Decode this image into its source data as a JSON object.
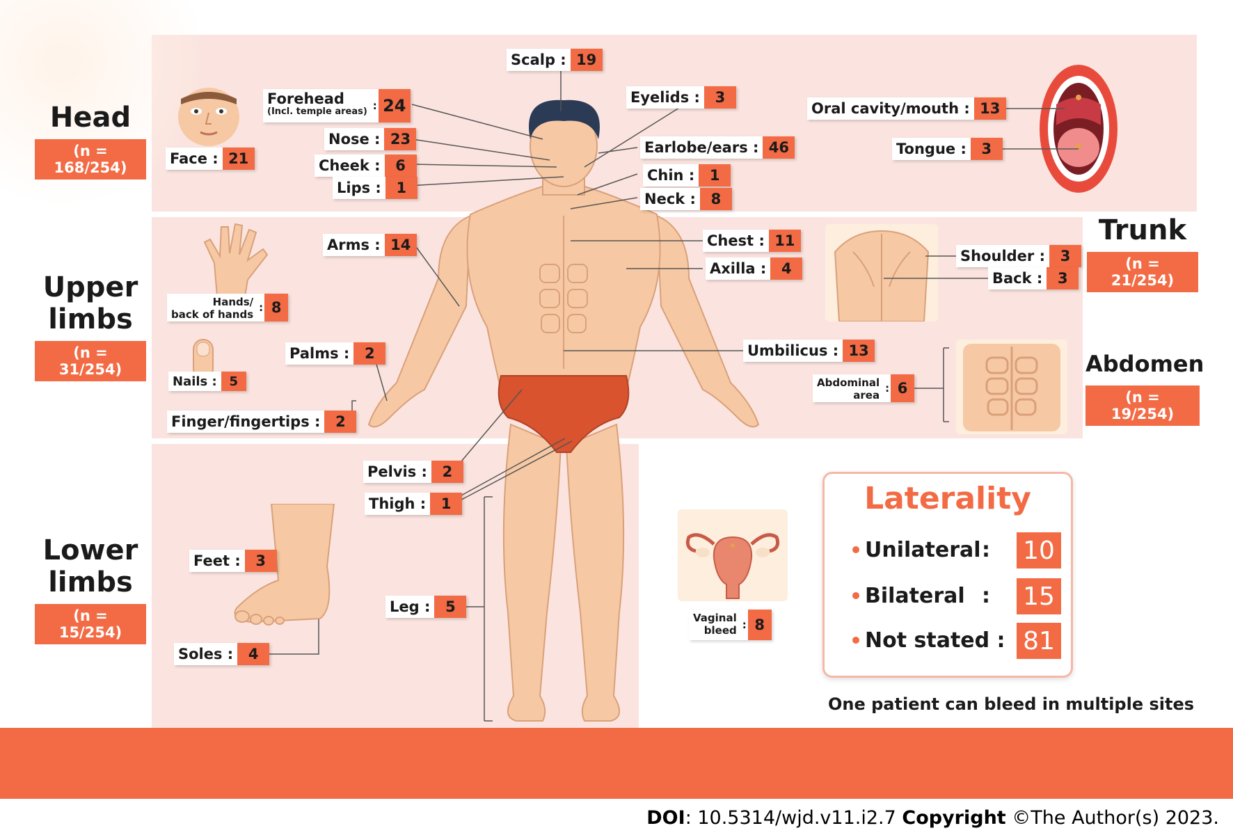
{
  "regions": {
    "head": {
      "name": "Head",
      "count": "(n = 168/254)"
    },
    "upper_limbs": {
      "name_line1": "Upper",
      "name_line2": "limbs",
      "count": "(n = 31/254)"
    },
    "lower_limbs": {
      "name_line1": "Lower",
      "name_line2": "limbs",
      "count": "(n = 15/254)"
    },
    "trunk": {
      "name": "Trunk",
      "count": "(n = 21/254)"
    },
    "abdomen": {
      "name": "Abdomen",
      "count": "(n = 19/254)"
    }
  },
  "sites": {
    "scalp": {
      "label": "Scalp :",
      "value": "19"
    },
    "forehead": {
      "label": "Forehead",
      "sub": "(Incl. temple areas)",
      "colon": ":",
      "value": "24"
    },
    "face": {
      "label": "Face :",
      "value": "21"
    },
    "nose": {
      "label": "Nose :",
      "value": "23"
    },
    "cheek": {
      "label": "Cheek :",
      "value": "6"
    },
    "lips": {
      "label": "Lips :",
      "value": "1"
    },
    "eyelids": {
      "label": "Eyelids :",
      "value": "3"
    },
    "earlobe": {
      "label": "Earlobe/ears :",
      "value": "46"
    },
    "chin": {
      "label": "Chin :",
      "value": "1"
    },
    "neck": {
      "label": "Neck :",
      "value": "8"
    },
    "oral": {
      "label": "Oral cavity/mouth :",
      "value": "13"
    },
    "tongue": {
      "label": "Tongue :",
      "value": "3"
    },
    "arms": {
      "label": "Arms :",
      "value": "14"
    },
    "hands": {
      "label_line1": "Hands/",
      "label_line2": "back of hands",
      "colon": ":",
      "value": "8"
    },
    "palms": {
      "label": "Palms :",
      "value": "2"
    },
    "nails": {
      "label": "Nails :",
      "value": "5"
    },
    "fingers": {
      "label": "Finger/fingertips :",
      "value": "2"
    },
    "chest": {
      "label": "Chest :",
      "value": "11"
    },
    "axilla": {
      "label": "Axilla :",
      "value": "4"
    },
    "shoulder": {
      "label": "Shoulder :",
      "value": "3"
    },
    "back": {
      "label": "Back :",
      "value": "3"
    },
    "umbilicus": {
      "label": "Umbilicus :",
      "value": "13"
    },
    "abdominal": {
      "label_line1": "Abdominal",
      "label_line2": "area",
      "colon": ":",
      "value": "6"
    },
    "pelvis": {
      "label": "Pelvis :",
      "value": "2"
    },
    "thigh": {
      "label": "Thigh :",
      "value": "1"
    },
    "leg": {
      "label": "Leg :",
      "value": "5"
    },
    "feet": {
      "label": "Feet :",
      "value": "3"
    },
    "soles": {
      "label": "Soles :",
      "value": "4"
    },
    "vaginal": {
      "label_line1": "Vaginal",
      "label_line2": "bleed",
      "colon": ":",
      "value": "8"
    }
  },
  "laterality": {
    "title": "Laterality",
    "rows": [
      {
        "label": "Unilateral",
        "colon": ":",
        "value": "10"
      },
      {
        "label": "Bilateral",
        "colon": ":",
        "value": "15"
      },
      {
        "label": "Not stated :",
        "colon": "",
        "value": "81"
      }
    ]
  },
  "note": "One patient can bleed in multiple sites",
  "footer": {
    "doi_label": "DOI",
    "doi_value": ": 10.5314/wjd.v11.i2.7",
    "copyright_label": "Copyright",
    "copyright_value": " ©The Author(s) 2023."
  },
  "colors": {
    "accent": "#f26b45",
    "band": "#fbe4df",
    "skin": "#f6c9a4",
    "skin_shadow": "#e8a97f",
    "underwear": "#d9532e",
    "hair": "#2b3a55"
  }
}
